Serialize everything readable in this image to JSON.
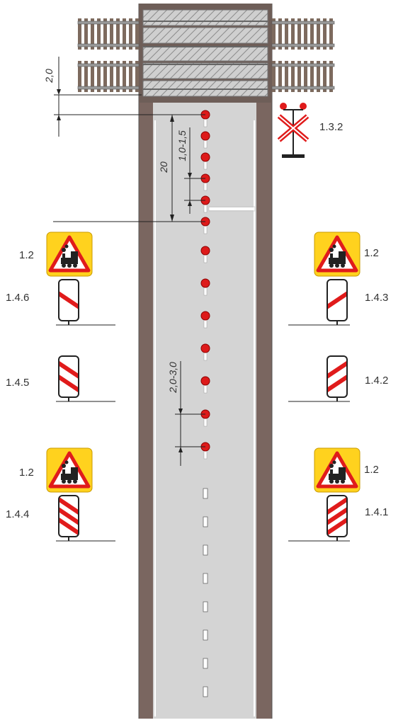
{
  "diagram": {
    "sign_labels": {
      "crossing_signal": "1.3.2",
      "warning_left_top": "1.2",
      "warning_right_top": "1.2",
      "warning_left_bottom": "1.2",
      "warning_right_bottom": "1.2",
      "beacon_left_3": "1.4.6",
      "beacon_left_2": "1.4.5",
      "beacon_left_1": "1.4.4",
      "beacon_right_3": "1.4.3",
      "beacon_right_2": "1.4.2",
      "beacon_right_1": "1.4.1"
    },
    "dimensions": {
      "stop_offset": "2,0",
      "approach_length": "20",
      "near_spacing": "1,0-1,5",
      "far_spacing": "2,0-3,0"
    },
    "colors": {
      "road_surface": "#d4d4d4",
      "road_shoulder": "#7a6660",
      "rail_steel": "#9a9a9a",
      "sleeper": "#7d6a5e",
      "crossing_deck": "#c9c9c9",
      "marker_red": "#dd1a1a",
      "sign_yellow": "#ffd21e",
      "sign_red": "#e01b1b"
    },
    "icons": {
      "warning_sign": "locomotive-warning-sign-icon",
      "crossing_signal": "st-andrews-cross-signal-icon",
      "beacon": "diagonal-stripe-beacon-icon"
    }
  }
}
